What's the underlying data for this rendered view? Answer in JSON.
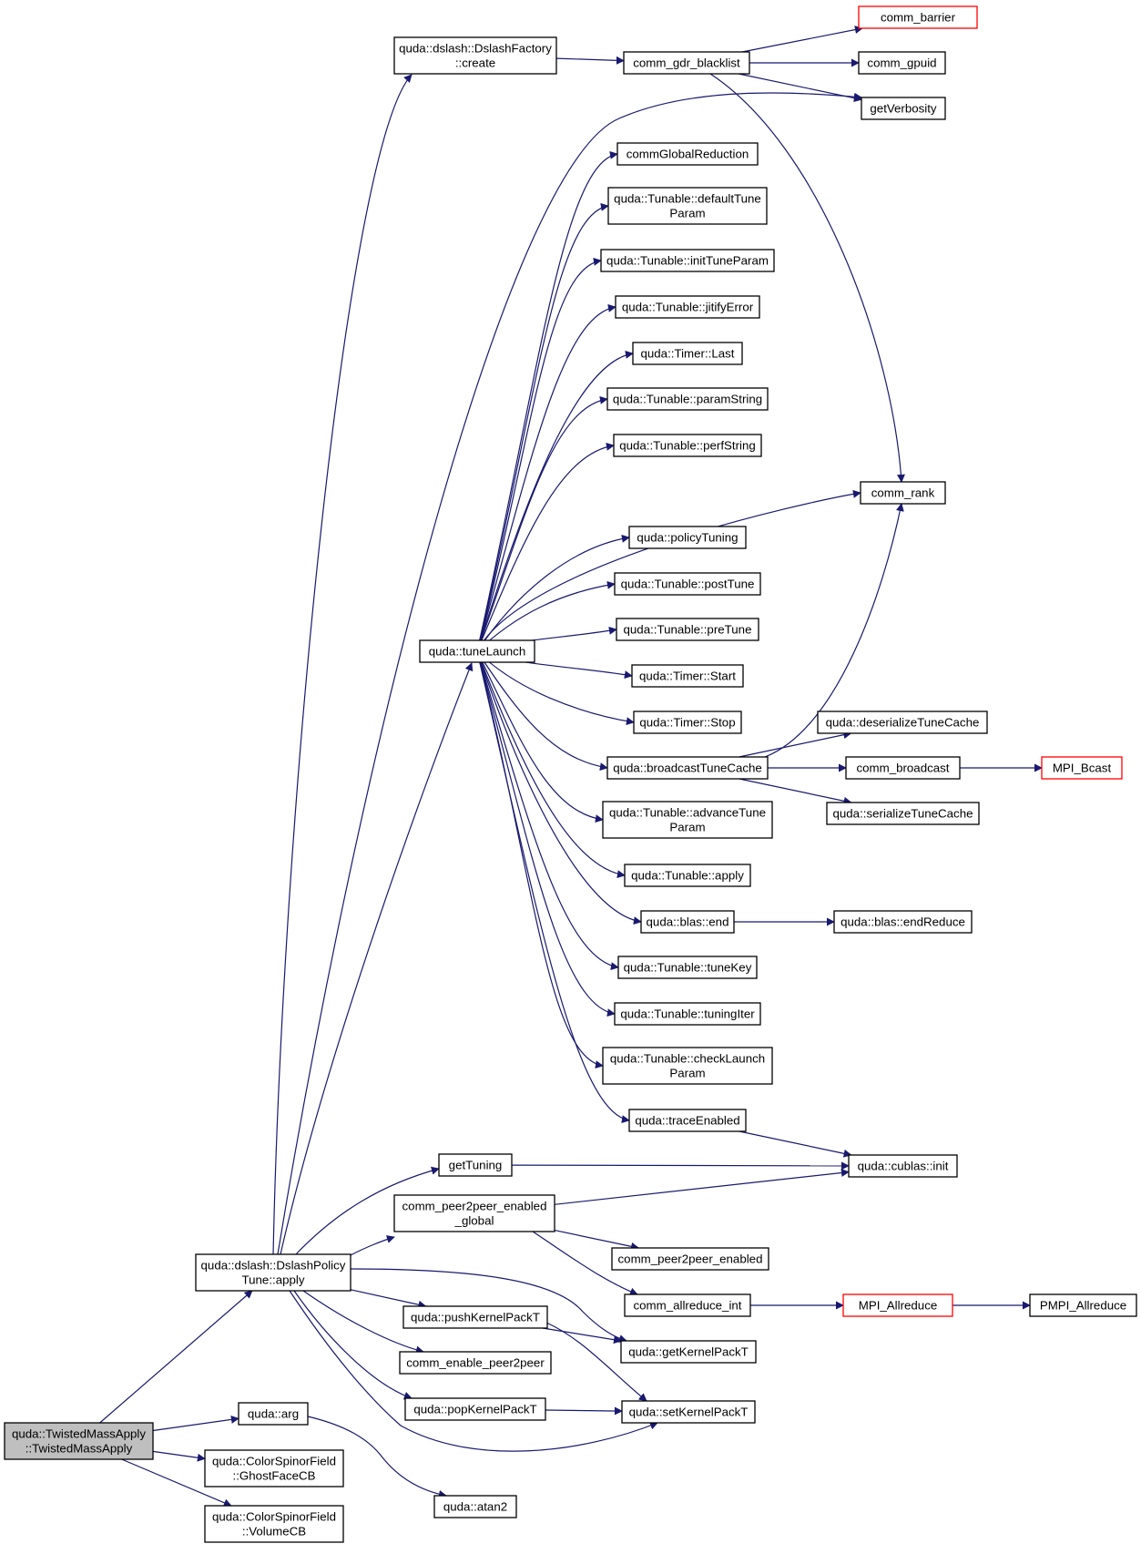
{
  "colors": {
    "edge": "#191970",
    "node_border": "#000000",
    "node_fill": "#ffffff",
    "root_fill": "#bfbfbf",
    "truncated_border": "#ff0000"
  },
  "nodes": [
    {
      "id": "root",
      "lines": [
        "quda::TwistedMassApply",
        "::TwistedMassApply"
      ],
      "style": "root"
    },
    {
      "id": "dslashpolicytune_apply",
      "lines": [
        "quda::dslash::DslashPolicy",
        "Tune::apply"
      ],
      "style": "normal"
    },
    {
      "id": "quda_arg",
      "lines": [
        "quda::arg"
      ],
      "style": "normal"
    },
    {
      "id": "ghostfacecb",
      "lines": [
        "quda::ColorSpinorField",
        "::GhostFaceCB"
      ],
      "style": "normal"
    },
    {
      "id": "volumecb",
      "lines": [
        "quda::ColorSpinorField",
        "::VolumeCB"
      ],
      "style": "normal"
    },
    {
      "id": "quda_atan2",
      "lines": [
        "quda::atan2"
      ],
      "style": "normal"
    },
    {
      "id": "dslashfactory_create",
      "lines": [
        "quda::dslash::DslashFactory",
        "::create"
      ],
      "style": "normal"
    },
    {
      "id": "tunelaunch",
      "lines": [
        "quda::tuneLaunch"
      ],
      "style": "normal"
    },
    {
      "id": "gettuning",
      "lines": [
        "getTuning"
      ],
      "style": "normal"
    },
    {
      "id": "comm_peer2peer_enabled_global",
      "lines": [
        "comm_peer2peer_enabled",
        "_global"
      ],
      "style": "normal"
    },
    {
      "id": "pushkernelpackt",
      "lines": [
        "quda::pushKernelPackT"
      ],
      "style": "normal"
    },
    {
      "id": "comm_enable_peer2peer",
      "lines": [
        "comm_enable_peer2peer"
      ],
      "style": "normal"
    },
    {
      "id": "popkernelpackt",
      "lines": [
        "quda::popKernelPackT"
      ],
      "style": "normal"
    },
    {
      "id": "comm_gdr_blacklist",
      "lines": [
        "comm_gdr_blacklist"
      ],
      "style": "normal"
    },
    {
      "id": "commglobalreduction",
      "lines": [
        "commGlobalReduction"
      ],
      "style": "normal"
    },
    {
      "id": "defaulttuneparam",
      "lines": [
        "quda::Tunable::defaultTune",
        "Param"
      ],
      "style": "normal"
    },
    {
      "id": "inittuneparam",
      "lines": [
        "quda::Tunable::initTuneParam"
      ],
      "style": "normal"
    },
    {
      "id": "jitifyerror",
      "lines": [
        "quda::Tunable::jitifyError"
      ],
      "style": "normal"
    },
    {
      "id": "timer_last",
      "lines": [
        "quda::Timer::Last"
      ],
      "style": "normal"
    },
    {
      "id": "paramstring",
      "lines": [
        "quda::Tunable::paramString"
      ],
      "style": "normal"
    },
    {
      "id": "perfstring",
      "lines": [
        "quda::Tunable::perfString"
      ],
      "style": "normal"
    },
    {
      "id": "policytuning",
      "lines": [
        "quda::policyTuning"
      ],
      "style": "normal"
    },
    {
      "id": "posttune",
      "lines": [
        "quda::Tunable::postTune"
      ],
      "style": "normal"
    },
    {
      "id": "pretune",
      "lines": [
        "quda::Tunable::preTune"
      ],
      "style": "normal"
    },
    {
      "id": "timer_start",
      "lines": [
        "quda::Timer::Start"
      ],
      "style": "normal"
    },
    {
      "id": "timer_stop",
      "lines": [
        "quda::Timer::Stop"
      ],
      "style": "normal"
    },
    {
      "id": "broadcasttunecache",
      "lines": [
        "quda::broadcastTuneCache"
      ],
      "style": "normal"
    },
    {
      "id": "advancetuneparam",
      "lines": [
        "quda::Tunable::advanceTune",
        "Param"
      ],
      "style": "normal"
    },
    {
      "id": "tunable_apply",
      "lines": [
        "quda::Tunable::apply"
      ],
      "style": "normal"
    },
    {
      "id": "blas_end",
      "lines": [
        "quda::blas::end"
      ],
      "style": "normal"
    },
    {
      "id": "tunekey",
      "lines": [
        "quda::Tunable::tuneKey"
      ],
      "style": "normal"
    },
    {
      "id": "tuningiter",
      "lines": [
        "quda::Tunable::tuningIter"
      ],
      "style": "normal"
    },
    {
      "id": "checklaunchparam",
      "lines": [
        "quda::Tunable::checkLaunch",
        "Param"
      ],
      "style": "normal"
    },
    {
      "id": "traceenabled",
      "lines": [
        "quda::traceEnabled"
      ],
      "style": "normal"
    },
    {
      "id": "comm_peer2peer_enabled",
      "lines": [
        "comm_peer2peer_enabled"
      ],
      "style": "normal"
    },
    {
      "id": "comm_allreduce_int",
      "lines": [
        "comm_allreduce_int"
      ],
      "style": "normal"
    },
    {
      "id": "getkernelpackt",
      "lines": [
        "quda::getKernelPackT"
      ],
      "style": "normal"
    },
    {
      "id": "setkernelpackt",
      "lines": [
        "quda::setKernelPackT"
      ],
      "style": "normal"
    },
    {
      "id": "comm_barrier",
      "lines": [
        "comm_barrier"
      ],
      "style": "truncated"
    },
    {
      "id": "comm_gpuid",
      "lines": [
        "comm_gpuid"
      ],
      "style": "normal"
    },
    {
      "id": "getverbosity",
      "lines": [
        "getVerbosity"
      ],
      "style": "normal"
    },
    {
      "id": "comm_rank",
      "lines": [
        "comm_rank"
      ],
      "style": "normal"
    },
    {
      "id": "deserializetunecache",
      "lines": [
        "quda::deserializeTuneCache"
      ],
      "style": "normal"
    },
    {
      "id": "comm_broadcast",
      "lines": [
        "comm_broadcast"
      ],
      "style": "normal"
    },
    {
      "id": "serializetunecache",
      "lines": [
        "quda::serializeTuneCache"
      ],
      "style": "normal"
    },
    {
      "id": "blas_endreduce",
      "lines": [
        "quda::blas::endReduce"
      ],
      "style": "normal"
    },
    {
      "id": "cublas_init",
      "lines": [
        "quda::cublas::init"
      ],
      "style": "normal"
    },
    {
      "id": "mpi_allreduce",
      "lines": [
        "MPI_Allreduce"
      ],
      "style": "truncated"
    },
    {
      "id": "mpi_bcast",
      "lines": [
        "MPI_Bcast"
      ],
      "style": "truncated"
    },
    {
      "id": "pmpi_allreduce",
      "lines": [
        "PMPI_Allreduce"
      ],
      "style": "normal"
    }
  ],
  "edges": [
    [
      "root",
      "dslashpolicytune_apply"
    ],
    [
      "root",
      "quda_arg"
    ],
    [
      "root",
      "ghostfacecb"
    ],
    [
      "root",
      "volumecb"
    ],
    [
      "quda_arg",
      "quda_atan2"
    ],
    [
      "dslashpolicytune_apply",
      "dslashfactory_create"
    ],
    [
      "dslashpolicytune_apply",
      "tunelaunch"
    ],
    [
      "dslashpolicytune_apply",
      "gettuning"
    ],
    [
      "dslashpolicytune_apply",
      "comm_peer2peer_enabled_global"
    ],
    [
      "dslashpolicytune_apply",
      "pushkernelpackt"
    ],
    [
      "dslashpolicytune_apply",
      "comm_enable_peer2peer"
    ],
    [
      "dslashpolicytune_apply",
      "popkernelpackt"
    ],
    [
      "dslashpolicytune_apply",
      "getkernelpackt"
    ],
    [
      "dslashpolicytune_apply",
      "setkernelpackt"
    ],
    [
      "dslashpolicytune_apply",
      "getverbosity"
    ],
    [
      "dslashfactory_create",
      "comm_gdr_blacklist"
    ],
    [
      "comm_gdr_blacklist",
      "comm_barrier"
    ],
    [
      "comm_gdr_blacklist",
      "comm_gpuid"
    ],
    [
      "comm_gdr_blacklist",
      "getverbosity"
    ],
    [
      "comm_gdr_blacklist",
      "comm_rank"
    ],
    [
      "tunelaunch",
      "commglobalreduction"
    ],
    [
      "tunelaunch",
      "defaulttuneparam"
    ],
    [
      "tunelaunch",
      "inittuneparam"
    ],
    [
      "tunelaunch",
      "jitifyerror"
    ],
    [
      "tunelaunch",
      "timer_last"
    ],
    [
      "tunelaunch",
      "paramstring"
    ],
    [
      "tunelaunch",
      "perfstring"
    ],
    [
      "tunelaunch",
      "comm_rank"
    ],
    [
      "tunelaunch",
      "policytuning"
    ],
    [
      "tunelaunch",
      "posttune"
    ],
    [
      "tunelaunch",
      "pretune"
    ],
    [
      "tunelaunch",
      "timer_start"
    ],
    [
      "tunelaunch",
      "timer_stop"
    ],
    [
      "tunelaunch",
      "broadcasttunecache"
    ],
    [
      "tunelaunch",
      "advancetuneparam"
    ],
    [
      "tunelaunch",
      "tunable_apply"
    ],
    [
      "tunelaunch",
      "blas_end"
    ],
    [
      "tunelaunch",
      "tunekey"
    ],
    [
      "tunelaunch",
      "tuningiter"
    ],
    [
      "tunelaunch",
      "checklaunchparam"
    ],
    [
      "tunelaunch",
      "traceenabled"
    ],
    [
      "broadcasttunecache",
      "comm_rank"
    ],
    [
      "broadcasttunecache",
      "deserializetunecache"
    ],
    [
      "broadcasttunecache",
      "comm_broadcast"
    ],
    [
      "broadcasttunecache",
      "serializetunecache"
    ],
    [
      "comm_broadcast",
      "mpi_bcast"
    ],
    [
      "blas_end",
      "blas_endreduce"
    ],
    [
      "traceenabled",
      "cublas_init"
    ],
    [
      "gettuning",
      "cublas_init"
    ],
    [
      "comm_peer2peer_enabled_global",
      "cublas_init"
    ],
    [
      "comm_peer2peer_enabled_global",
      "comm_peer2peer_enabled"
    ],
    [
      "comm_peer2peer_enabled_global",
      "comm_allreduce_int"
    ],
    [
      "comm_allreduce_int",
      "mpi_allreduce"
    ],
    [
      "mpi_allreduce",
      "pmpi_allreduce"
    ],
    [
      "pushkernelpackt",
      "getkernelpackt"
    ],
    [
      "pushkernelpackt",
      "setkernelpackt"
    ],
    [
      "popkernelpackt",
      "setkernelpackt"
    ]
  ]
}
